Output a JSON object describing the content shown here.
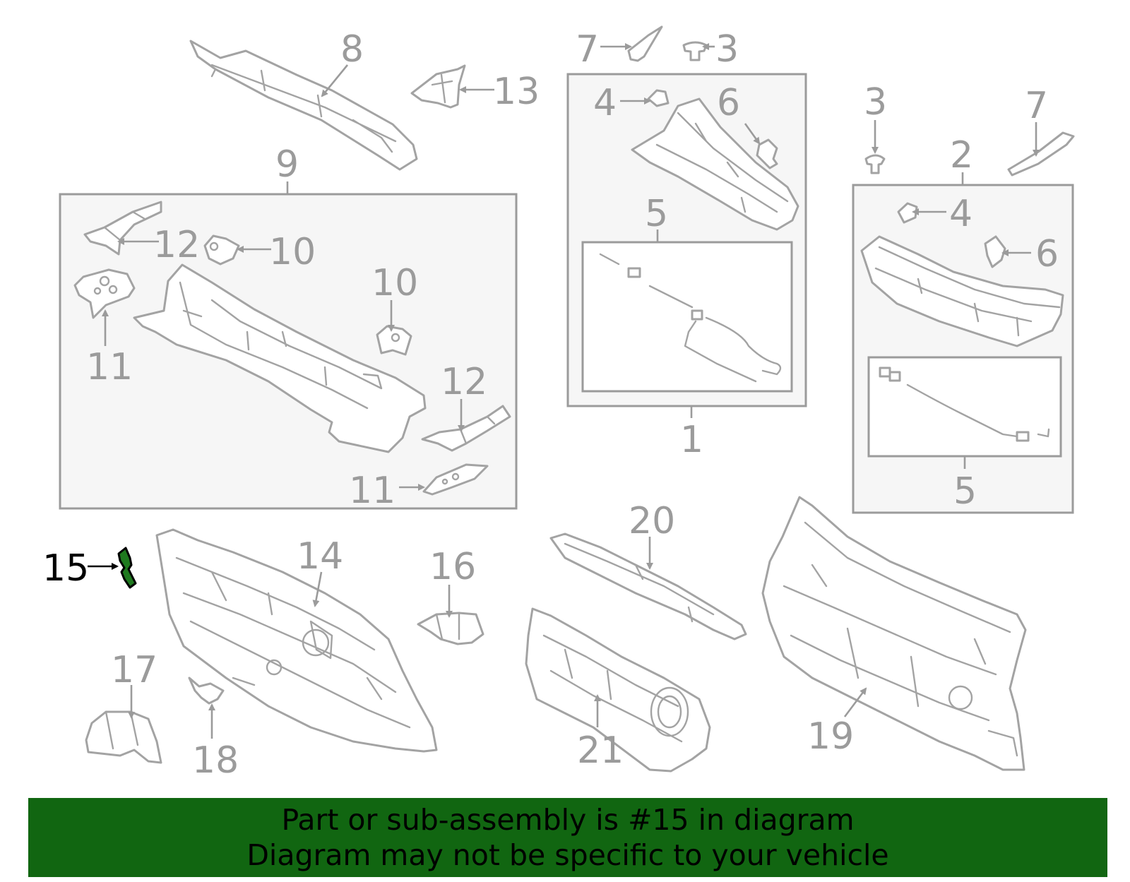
{
  "callouts": {
    "c1": "1",
    "c2": "2",
    "c3a": "3",
    "c3b": "3",
    "c4a": "4",
    "c4b": "4",
    "c5a": "5",
    "c5b": "5",
    "c6a": "6",
    "c6b": "6",
    "c7a": "7",
    "c7b": "7",
    "c8": "8",
    "c9": "9",
    "c10a": "10",
    "c10b": "10",
    "c11a": "11",
    "c11b": "11",
    "c12a": "12",
    "c12b": "12",
    "c13": "13",
    "c14": "14",
    "c15": "15",
    "c16": "16",
    "c17": "17",
    "c18": "18",
    "c19": "19",
    "c20": "20",
    "c21": "21"
  },
  "highlighted_part": "15",
  "colors": {
    "highlight": "#1f7a1f",
    "banner": "#116611",
    "line_art": "#a3a3a3"
  },
  "banner": {
    "line1": "Part or sub-assembly is #15 in diagram",
    "line2": "Diagram may not be specific to your vehicle"
  }
}
